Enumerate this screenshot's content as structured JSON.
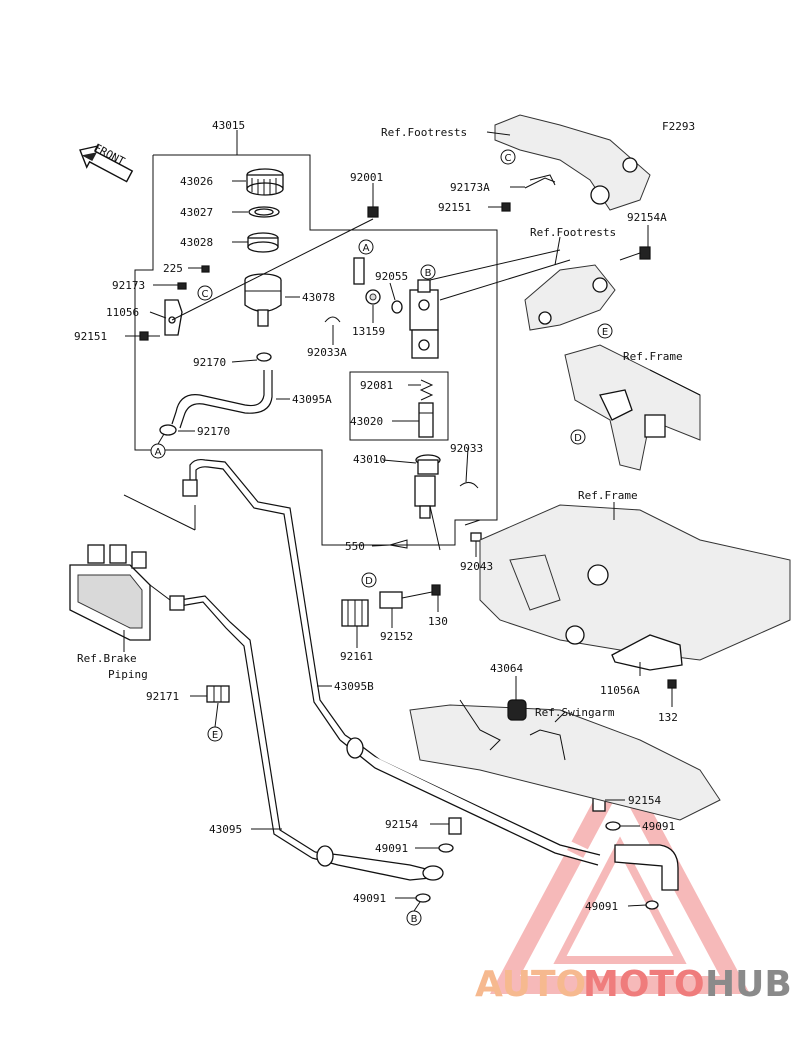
{
  "figure_code": "F2293",
  "front_label": "FRONT",
  "parts": {
    "p43015": "43015",
    "p43026": "43026",
    "p43027": "43027",
    "p43028": "43028",
    "p225": "225",
    "p92173": "92173",
    "p11056": "11056",
    "p92151": "92151",
    "p43078": "43078",
    "p92170_a": "92170",
    "p43095A": "43095A",
    "p92170_b": "92170",
    "p92001": "92001",
    "p92055": "92055",
    "p13159": "13159",
    "p92033A": "92033A",
    "p92081": "92081",
    "p43020": "43020",
    "p92033": "92033",
    "p43010": "43010",
    "p550": "550",
    "p92043": "92043",
    "p130": "130",
    "p92152": "92152",
    "p92161": "92161",
    "p92173A": "92173A",
    "p92151_r": "92151",
    "p92154A": "92154A",
    "p11056A": "11056A",
    "p132": "132",
    "p43064": "43064",
    "p43095B": "43095B",
    "p92171": "92171",
    "p43095": "43095",
    "p92154_c": "92154",
    "p49091_c1": "49091",
    "p49091_c2": "49091",
    "p92154_r": "92154",
    "p49091_r1": "49091",
    "p49091_r2": "49091"
  },
  "references": {
    "footrests_top": "Ref.Footrests",
    "footrests_mid": "Ref.Footrests",
    "frame_upper": "Ref.Frame",
    "frame_lower": "Ref.Frame",
    "swingarm": "Ref.Swingarm",
    "brake_piping_line1": "Ref.Brake",
    "brake_piping_line2": "Piping"
  },
  "callouts": {
    "A": "A",
    "B": "B",
    "C": "C",
    "D": "D",
    "E": "E"
  },
  "watermark": {
    "part1": "AUTO",
    "part2": "MOTO",
    "part3": "HUB",
    "triangle_color": "#f08080"
  }
}
